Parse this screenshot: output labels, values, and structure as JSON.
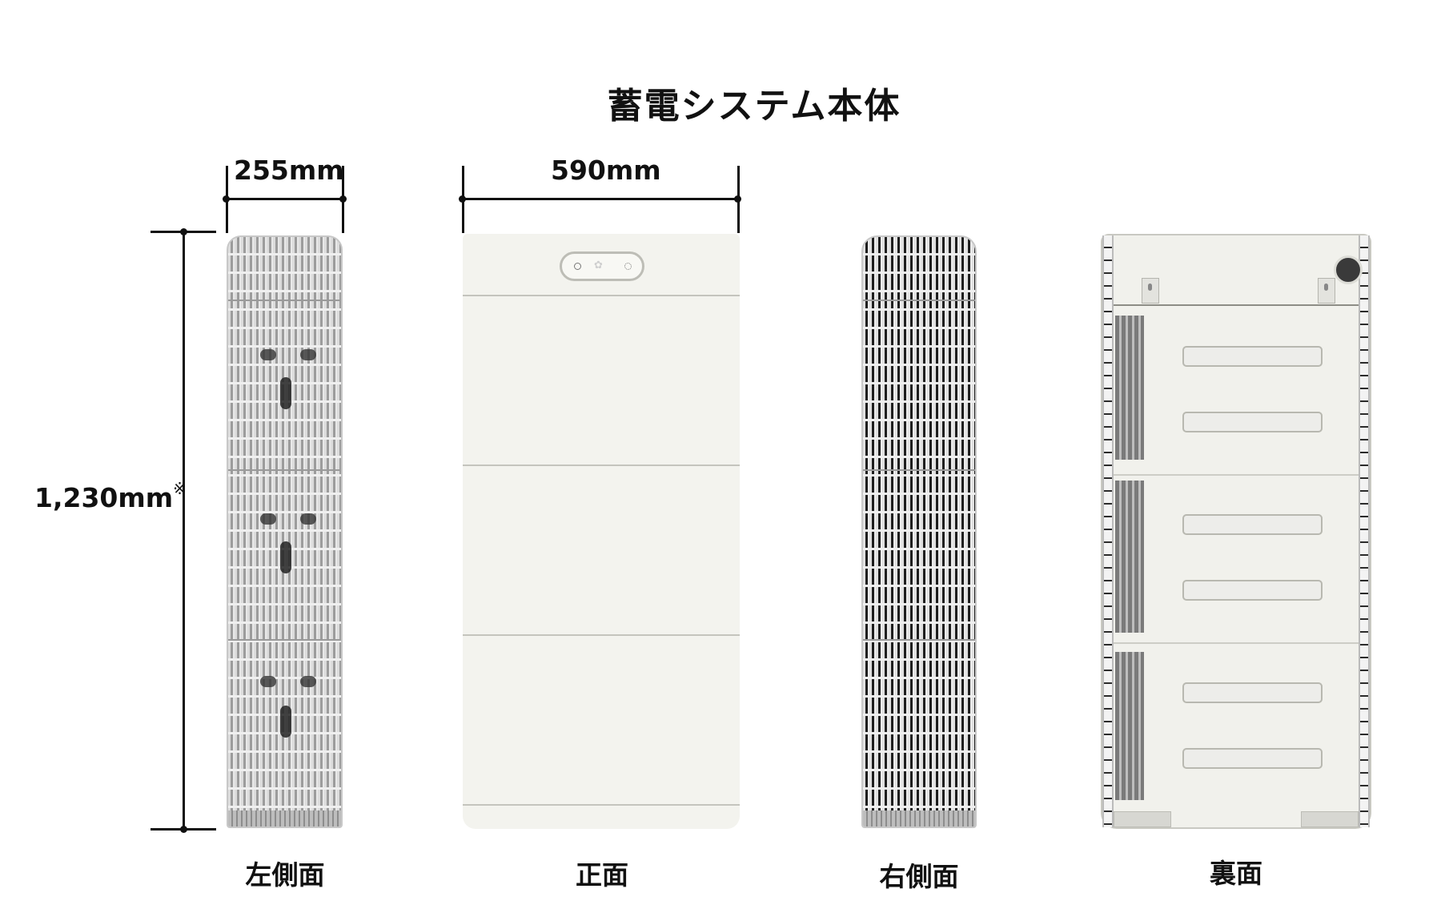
{
  "title": "蓄電システム本体",
  "dimensions": {
    "width_side": "255mm",
    "width_front": "590mm",
    "height": "1,230mm",
    "height_note_mark": "※"
  },
  "views": [
    {
      "id": "left-side",
      "label": "左側面"
    },
    {
      "id": "front",
      "label": "正面"
    },
    {
      "id": "right-side",
      "label": "右側面"
    },
    {
      "id": "back",
      "label": "裏面"
    }
  ],
  "colors": {
    "text": "#111111",
    "unit_body": "#f3f3ee",
    "background": "#ffffff"
  }
}
